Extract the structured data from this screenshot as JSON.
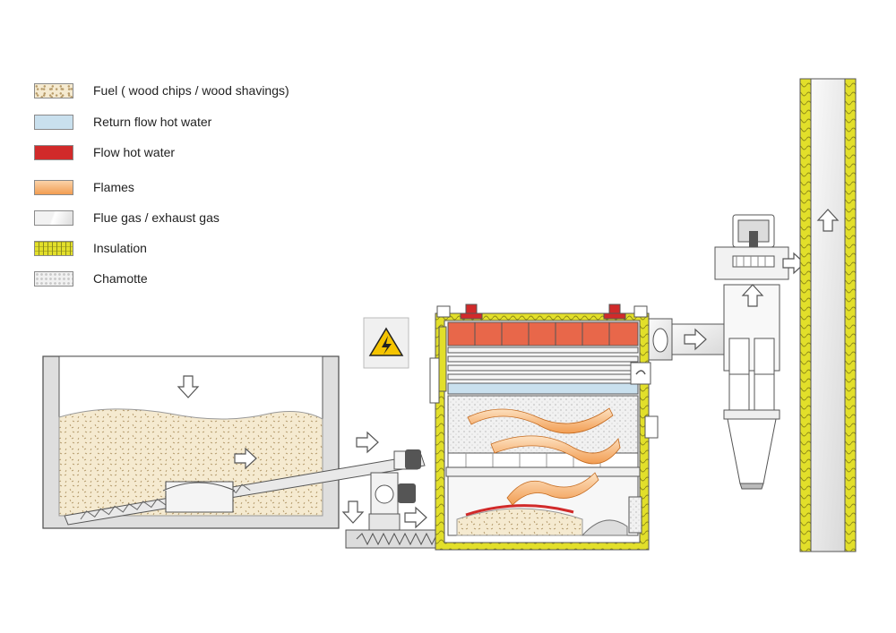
{
  "legend": [
    {
      "key": "fuel",
      "label": "Fuel ( wood chips / wood shavings)",
      "color": "#f5ead0"
    },
    {
      "key": "return",
      "label": "Return flow hot water",
      "color": "#c9e0ee"
    },
    {
      "key": "flow",
      "label": "Flow hot water",
      "color": "#d12a2a"
    },
    {
      "key": "flames",
      "label": "Flames",
      "color": "#f29d52"
    },
    {
      "key": "flue",
      "label": "Flue gas / exhaust gas",
      "color": "#ececec"
    },
    {
      "key": "insul",
      "label": "Insulation",
      "color": "#e2df2a"
    },
    {
      "key": "chamotte",
      "label": "Chamotte",
      "color": "#f1f1f1"
    }
  ],
  "colors": {
    "outline": "#555555",
    "fuel": "#f5ead0",
    "return": "#c9e0ee",
    "flow": "#d12a2a",
    "flame": "#f29d52",
    "insulation": "#e2df2a",
    "warning": "#f5c400"
  },
  "icons": {
    "warning": "high-voltage-warning-icon",
    "arrow": "flow-arrow-icon"
  }
}
